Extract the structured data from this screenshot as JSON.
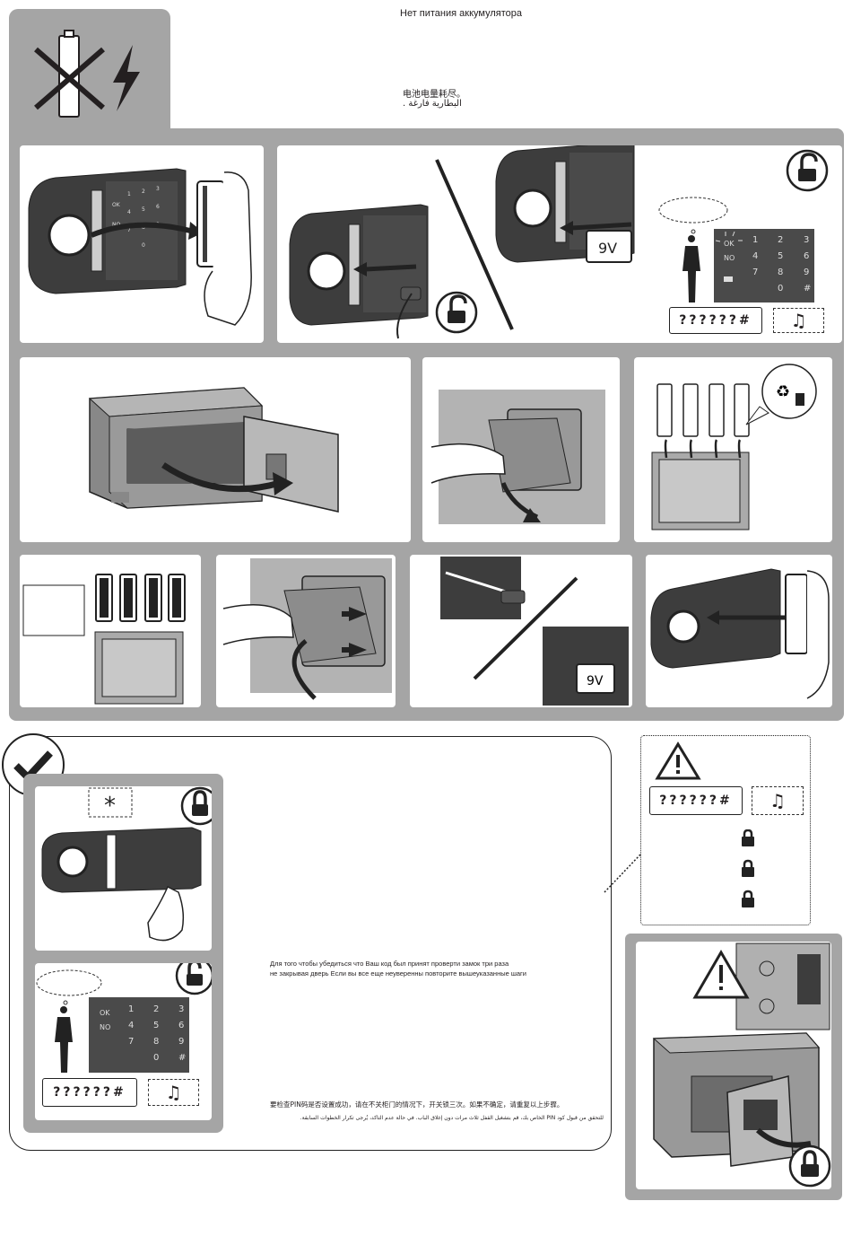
{
  "header": {
    "title_ru": "Нет питания аккумулятора",
    "title_zh": "电池电量耗尽。",
    "title_ar": "البطارية فارغة ."
  },
  "keypad": {
    "keys": [
      "1",
      "2",
      "3",
      "4",
      "5",
      "6",
      "7",
      "8",
      "9",
      "0",
      "#"
    ],
    "ok_label": "OK",
    "no_label": "NO",
    "star_label": "*"
  },
  "battery_label": "9V",
  "code_entry": "??????#",
  "notice": {
    "ru_line1": "Для того  чтобы убедиться  что Ваш        код был принят проверти замок три раза",
    "ru_line2": "не закрывая дверь  Если вы все еще неуверенны  повторите вышеуказанные шаги",
    "zh_line": "要检查PIN码是否设置成功，请在不关柜门的情况下，开关锁三次。如果不确定，请重复以上步骤。",
    "ar_line": "للتحقق من قبول كود PIN الخاص بك، قم بتشغيل القفل ثلاث مرات دون إغلاق الباب. في حالة عدم التأكد، يُرجى تكرار الخطوات السابقة."
  },
  "colors": {
    "frame_gray": "#a5a5a5",
    "panel_dark": "#3d3d3d",
    "keypad_dark": "#4a4a4a"
  }
}
